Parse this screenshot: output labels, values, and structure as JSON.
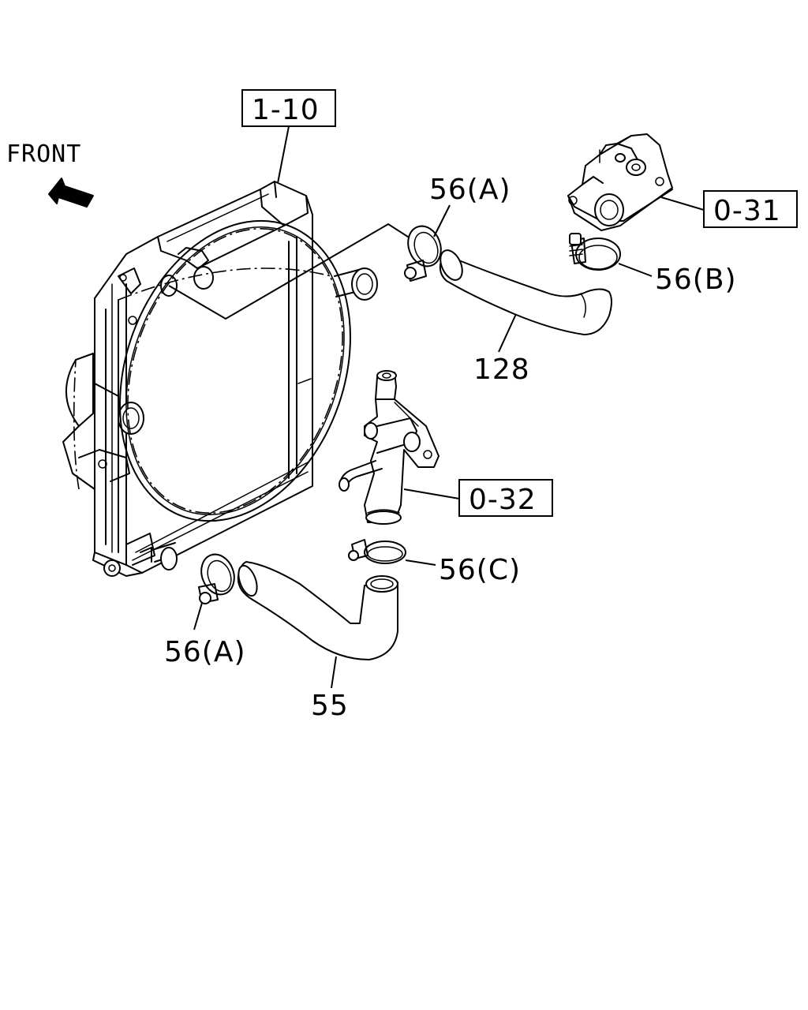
{
  "direction_label": "FRONT",
  "references": {
    "radiator": "1-10",
    "thermostat_housing": "0-31",
    "water_pump": "0-32"
  },
  "parts": {
    "upper_clamp": "56(A)",
    "thermostat_clamp": "56(B)",
    "upper_hose": "128",
    "pump_clamp": "56(C)",
    "lower_clamp": "56(A)",
    "lower_hose": "55"
  },
  "icons": {
    "direction_arrow": "front-arrow-icon"
  }
}
